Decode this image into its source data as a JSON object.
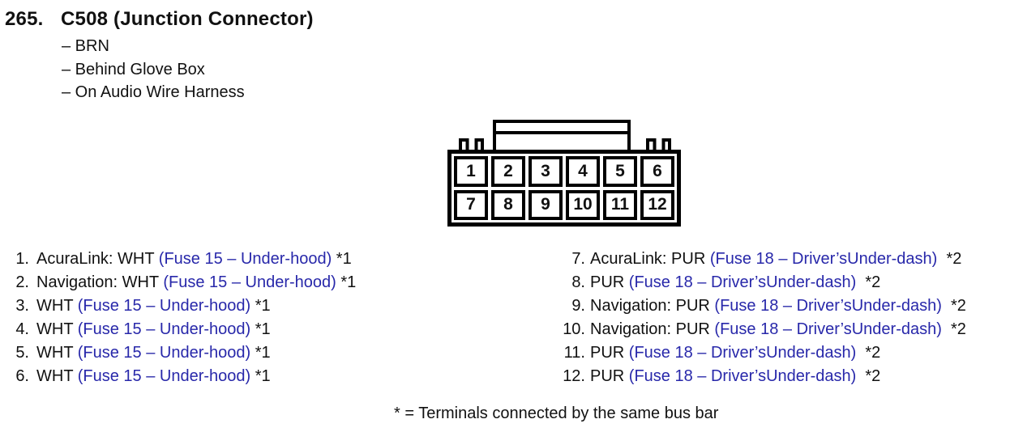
{
  "header": {
    "index": "265.",
    "title": "C508 (Junction Connector)",
    "details": [
      "– BRN",
      "– Behind Glove Box",
      "– On Audio Wire Harness"
    ]
  },
  "connector": {
    "pins": [
      "1",
      "2",
      "3",
      "4",
      "5",
      "6",
      "7",
      "8",
      "9",
      "10",
      "11",
      "12"
    ]
  },
  "pin_list": {
    "left": [
      {
        "num": "1.",
        "desc": "AcuraLink: WHT ",
        "fuse": "(Fuse 15 – Under-hood)",
        "note": " *1"
      },
      {
        "num": "2.",
        "desc": "Navigation: WHT ",
        "fuse": "(Fuse 15 – Under-hood)",
        "note": " *1"
      },
      {
        "num": "3.",
        "desc": "WHT ",
        "fuse": "(Fuse 15 – Under-hood)",
        "note": " *1"
      },
      {
        "num": "4.",
        "desc": "WHT ",
        "fuse": "(Fuse 15 – Under-hood)",
        "note": " *1"
      },
      {
        "num": "5.",
        "desc": "WHT ",
        "fuse": "(Fuse 15 – Under-hood)",
        "note": " *1"
      },
      {
        "num": "6.",
        "desc": "WHT ",
        "fuse": "(Fuse 15 – Under-hood)",
        "note": " *1"
      }
    ],
    "right": [
      {
        "num": "7.",
        "desc": "AcuraLink: PUR ",
        "fuse": "(Fuse 18 – Driver’sUnder-dash)",
        "note": "  *2"
      },
      {
        "num": "8.",
        "desc": "PUR ",
        "fuse": "(Fuse 18 – Driver’sUnder-dash)",
        "note": "  *2"
      },
      {
        "num": "9.",
        "desc": "Navigation: PUR ",
        "fuse": "(Fuse 18 – Driver’sUnder-dash)",
        "note": "  *2"
      },
      {
        "num": "10.",
        "desc": "Navigation: PUR ",
        "fuse": "(Fuse 18 – Driver’sUnder-dash)",
        "note": "  *2"
      },
      {
        "num": "11.",
        "desc": "PUR ",
        "fuse": "(Fuse 18 – Driver’sUnder-dash)",
        "note": "  *2"
      },
      {
        "num": "12.",
        "desc": "PUR ",
        "fuse": "(Fuse 18 – Driver’sUnder-dash)",
        "note": "  *2"
      }
    ]
  },
  "footnote": "* = Terminals connected by the same bus bar",
  "colors": {
    "fuse_link_blue": "#2828aa",
    "text_black": "#111111"
  }
}
